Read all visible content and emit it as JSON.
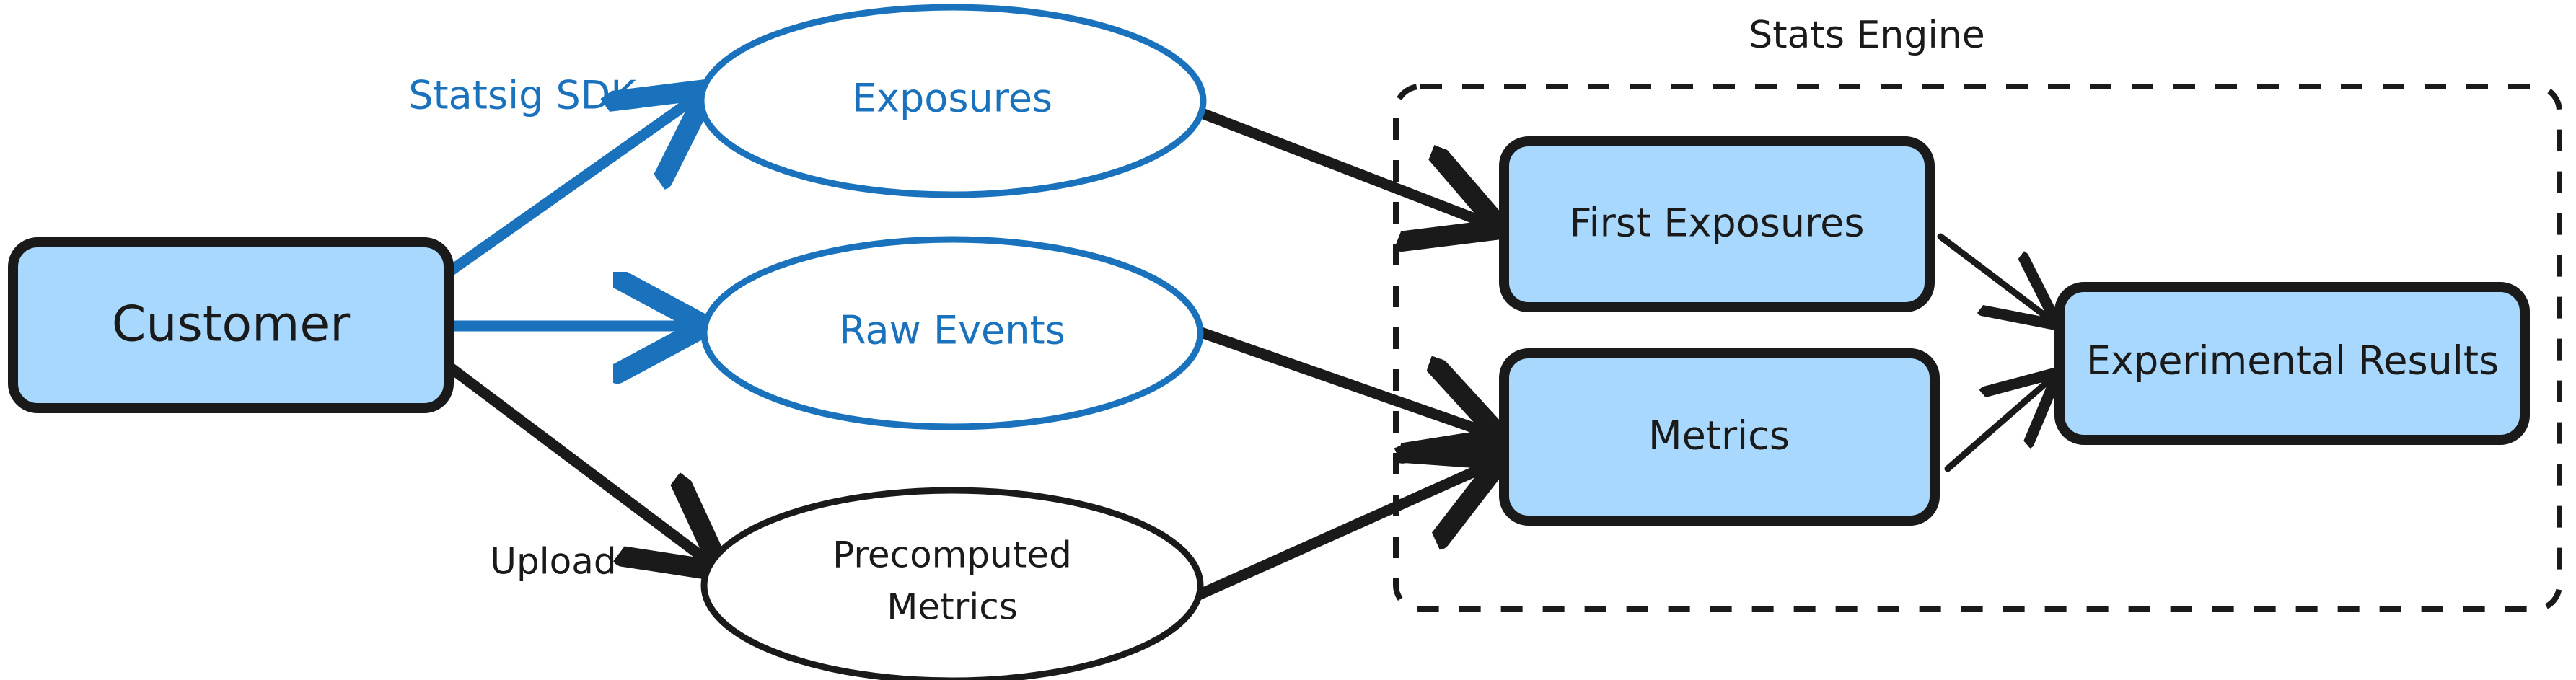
{
  "diagram": {
    "title_text": "Stats Engine",
    "colors": {
      "node_fill": "#a8d8fd",
      "node_stroke": "#1a1a1a",
      "blue_stroke": "#1a72bd",
      "blue_text": "#1a72bd",
      "dark_text": "#1a1a1a",
      "background": "#ffffff",
      "dashed_border": "#1a1a1a"
    },
    "nodes": {
      "customer": {
        "label": "Customer",
        "shape": "rounded-rect",
        "fill": "#a8d8fd",
        "stroke": "#1a1a1a",
        "font_size": 68
      },
      "exposures": {
        "label": "Exposures",
        "shape": "ellipse",
        "fill": "#ffffff",
        "stroke": "#1a72bd",
        "text_color": "#1a72bd",
        "font_size": 54
      },
      "raw_events": {
        "label": "Raw Events",
        "shape": "ellipse",
        "fill": "#ffffff",
        "stroke": "#1a72bd",
        "text_color": "#1a72bd",
        "font_size": 54
      },
      "precomputed_metrics": {
        "label_line1": "Precomputed",
        "label_line2": "Metrics",
        "shape": "ellipse",
        "fill": "#ffffff",
        "stroke": "#1a1a1a",
        "text_color": "#1a1a1a",
        "font_size": 50
      },
      "first_exposures": {
        "label": "First Exposures",
        "shape": "rounded-rect",
        "fill": "#a8d8fd",
        "stroke": "#1a1a1a",
        "font_size": 54
      },
      "metrics": {
        "label": "Metrics",
        "shape": "rounded-rect",
        "fill": "#a8d8fd",
        "stroke": "#1a1a1a",
        "font_size": 54
      },
      "experimental_results": {
        "label": "Experimental Results",
        "shape": "rounded-rect",
        "fill": "#a8d8fd",
        "stroke": "#1a1a1a",
        "font_size": 54
      }
    },
    "group": {
      "label": "Stats Engine",
      "style": "dashed",
      "font_size": 52
    },
    "edges": [
      {
        "id": "customer-to-exposures",
        "from": "customer",
        "to": "exposures",
        "label": "Statsig SDK",
        "color": "#1a72bd",
        "label_color": "#1a72bd",
        "label_font_size": 54
      },
      {
        "id": "customer-to-raw-events",
        "from": "customer",
        "to": "raw_events",
        "label": "",
        "color": "#1a72bd"
      },
      {
        "id": "customer-to-precomputed-metrics",
        "from": "customer",
        "to": "precomputed_metrics",
        "label": "Upload",
        "color": "#1a1a1a",
        "label_color": "#1a1a1a",
        "label_font_size": 50
      },
      {
        "id": "exposures-to-first-exposures",
        "from": "exposures",
        "to": "first_exposures",
        "label": "",
        "color": "#1a1a1a"
      },
      {
        "id": "raw-events-to-metrics",
        "from": "raw_events",
        "to": "metrics",
        "label": "",
        "color": "#1a1a1a"
      },
      {
        "id": "precomputed-metrics-to-metrics",
        "from": "precomputed_metrics",
        "to": "metrics",
        "label": "",
        "color": "#1a1a1a"
      },
      {
        "id": "first-exposures-to-experimental-results",
        "from": "first_exposures",
        "to": "experimental_results",
        "label": "",
        "color": "#1a1a1a"
      },
      {
        "id": "metrics-to-experimental-results",
        "from": "metrics",
        "to": "experimental_results",
        "label": "",
        "color": "#1a1a1a"
      }
    ]
  }
}
